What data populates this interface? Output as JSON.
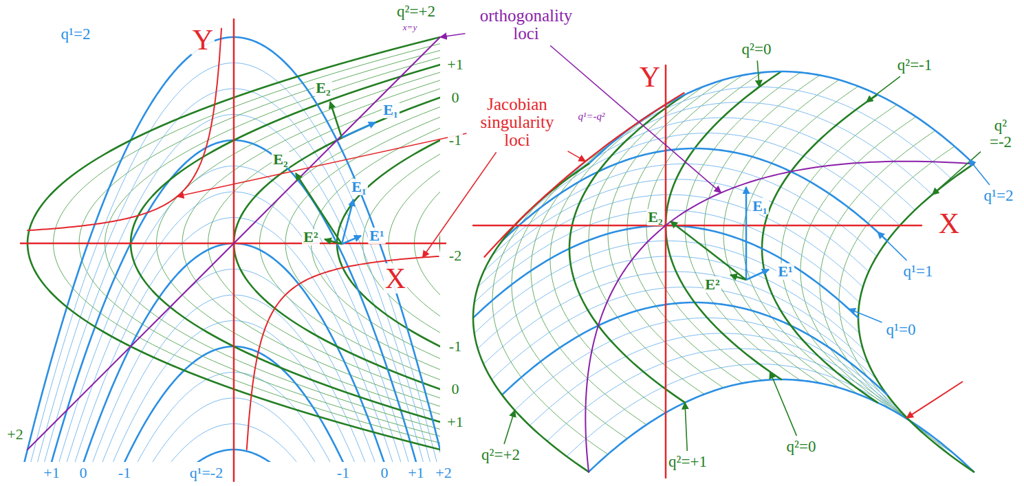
{
  "diagram": {
    "labels": [
      "orthogonality loci",
      "Jacobian singularity loci",
      "Y",
      "X",
      "q¹=2",
      "q²=+2",
      "x=y",
      "+1",
      "0",
      "-1",
      "E₂",
      "E₁",
      "E₂",
      "E₁",
      "E²",
      "E¹",
      "-2",
      "-1",
      "0",
      "+1",
      "+2",
      "+1",
      "0",
      "-1",
      "q¹=-2",
      "-1",
      "0",
      "+1",
      "+2",
      "Y",
      "X",
      "q¹=-q²",
      "q²=0",
      "q²=-1",
      "q² =-2",
      "q¹=2",
      "q¹=1",
      "q¹=0",
      "q²=0",
      "q²=+1",
      "q²=+2",
      "E₁",
      "E₂",
      "E²",
      "E¹"
    ]
  }
}
